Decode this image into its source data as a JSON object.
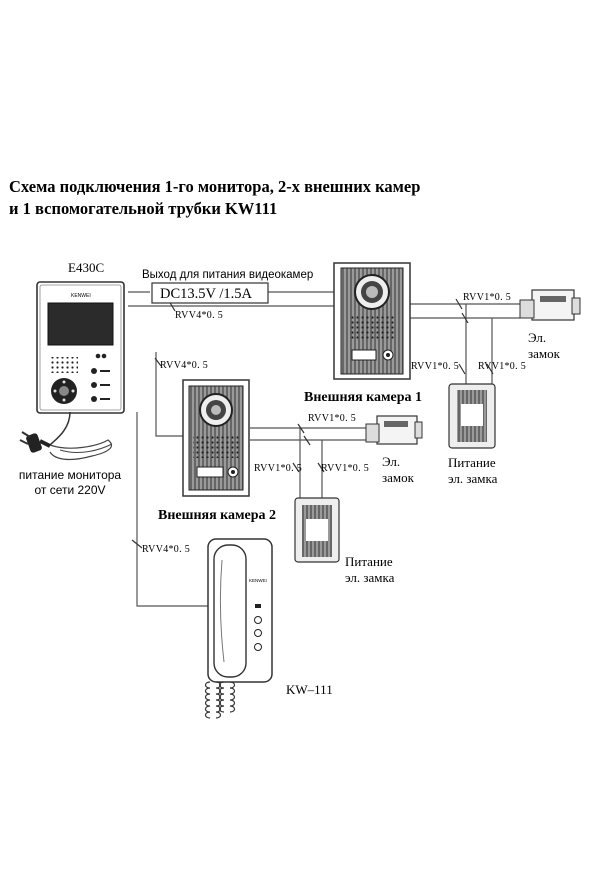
{
  "title": {
    "line1": "Схема подключения 1-го монитора, 2-х внешних камер",
    "line2": "и 1 вспомогательной трубки KW111"
  },
  "monitor": {
    "model": "E430C",
    "brand": "KENWEI",
    "mains_note_line1": "питание монитора",
    "mains_note_line2": "от сети 220V"
  },
  "power_supply": {
    "caption": "Выход для питания видеокамер",
    "rating": "DC13.5V /1.5A"
  },
  "cables": {
    "rvv4": "RVV4*0. 5",
    "rvv1": "RVV1*0. 5"
  },
  "camera1": {
    "name": "Внешняя камера 1",
    "lock_line1": "Эл.",
    "lock_line2": "замок",
    "psu_line1": "Питание",
    "psu_line2": "эл. замка"
  },
  "camera2": {
    "name": "Внешняя камера 2",
    "lock_line1": "Эл.",
    "lock_line2": "замок",
    "psu_line1": "Питание",
    "psu_line2": "эл. замка"
  },
  "handset": {
    "model": "KW–111",
    "brand": "KENWEI"
  },
  "colors": {
    "line": "#555555",
    "device": "#3a3a3a",
    "screen": "#2b2b2b"
  }
}
